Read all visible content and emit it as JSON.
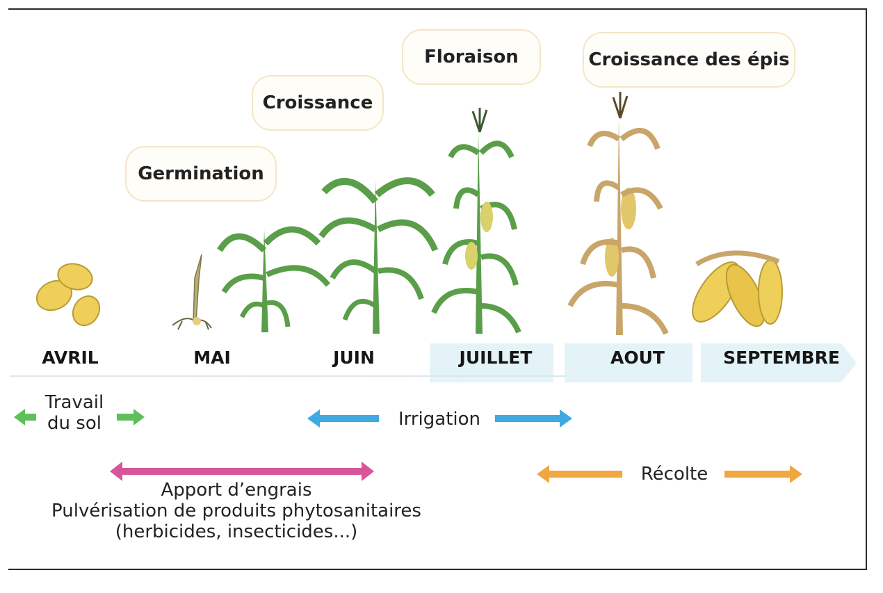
{
  "stages": {
    "germination": "Germination",
    "croissance": "Croissance",
    "floraison": "Floraison",
    "croissance_epis": "Croissance des épis"
  },
  "months": [
    "AVRIL",
    "MAI",
    "JUIN",
    "JUILLET",
    "AOUT",
    "SEPTEMBRE"
  ],
  "activities": {
    "travail_line1": "Travail",
    "travail_line2": "du sol",
    "irrigation": "Irrigation",
    "recolte": "Récolte",
    "engrais_line1": "Apport d’engrais",
    "engrais_line2": "Pulvérisation de produits phytosanitaires",
    "engrais_line3": "(herbicides, insecticides...)"
  },
  "colors": {
    "travail": "#5fbf5a",
    "irrigation": "#3fa9e0",
    "engrais": "#d9559a",
    "recolte": "#f2a640",
    "band": "#e4f3f8",
    "leaf": "#5a9e4a",
    "grain": "#eecf5a",
    "dry": "#c9a56a"
  }
}
